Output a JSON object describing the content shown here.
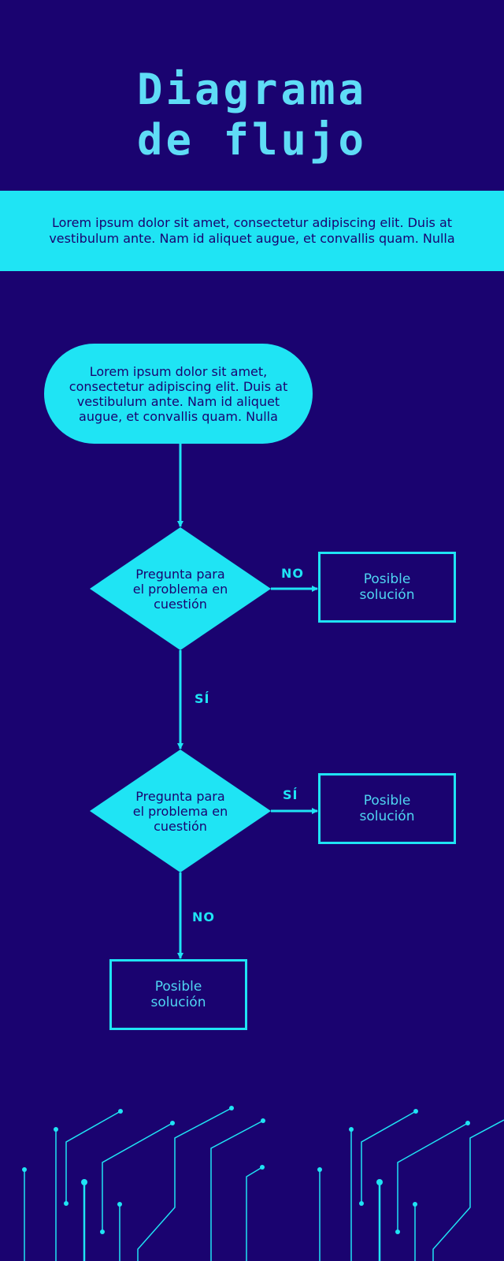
{
  "header": {
    "title_line1": "Diagrama",
    "title_line2": "de flujo",
    "intro": "Lorem ipsum dolor sit amet, consectetur adipiscing elit. Duis at vestibulum ante. Nam id aliquet augue, et convallis quam. Nulla"
  },
  "flow": {
    "start_text": "Lorem ipsum dolor sit amet, consectetur adipiscing elit. Duis at vestibulum ante. Nam id aliquet augue, et convallis quam. Nulla",
    "decision1": {
      "text": "Pregunta para el problema en cuestión",
      "right_label": "NO",
      "down_label": "SÍ"
    },
    "decision2": {
      "text": "Pregunta para el problema en cuestión",
      "right_label": "SÍ",
      "down_label": "NO"
    },
    "solution1": "Posible solución",
    "solution2": "Posible solución",
    "solution3": "Posible solución"
  },
  "colors": {
    "background": "#1a0370",
    "accent": "#1fe4f4",
    "title": "#5fdcf6"
  }
}
